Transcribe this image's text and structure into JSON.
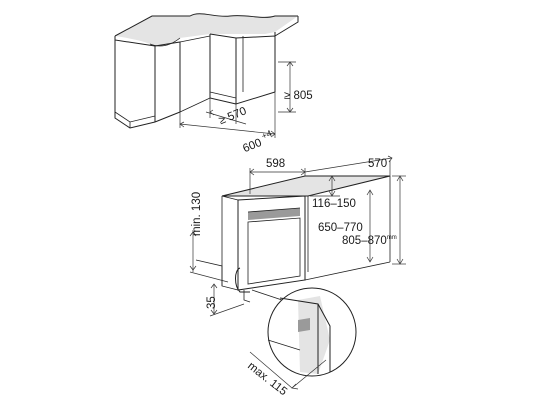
{
  "top_view": {
    "depth_min": "≥ 570",
    "height_min": "≥ 805",
    "width": "600",
    "width_tol": "+4"
  },
  "side_view": {
    "width": "598",
    "depth": "570",
    "toe_range": "116–150",
    "height_range": "650–770",
    "total_height": "805",
    "total_height_tail": "–870",
    "total_height_suffix": "mm",
    "min_gap": "min. 130",
    "plinth": "35",
    "max_gap": "max. 115"
  }
}
